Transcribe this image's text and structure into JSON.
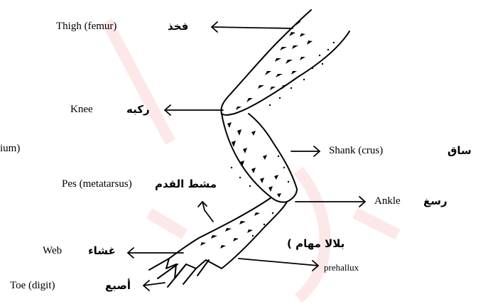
{
  "diagram": {
    "labels": {
      "thigh": {
        "en": "Thigh (femur)",
        "ar": "فخذ"
      },
      "knee": {
        "en": "Knee",
        "ar": "ركبه"
      },
      "cut_left": {
        "en": "ium)"
      },
      "shank": {
        "en": "Shank (crus)",
        "ar": "ساق"
      },
      "pes": {
        "en": "Pes (metatarsus)",
        "ar": "مشط القدم"
      },
      "ankle": {
        "en": "Ankle",
        "ar": "رسغ"
      },
      "web": {
        "en": "Web",
        "ar": "غشاء"
      },
      "prehallux": {
        "en": "prehallux",
        "ar": "بلالا مهام )"
      },
      "toe": {
        "en": "Toe (digit)",
        "ar": "أصبع"
      }
    },
    "colors": {
      "ink": "#000000",
      "watermark": "#e31b1b"
    }
  }
}
